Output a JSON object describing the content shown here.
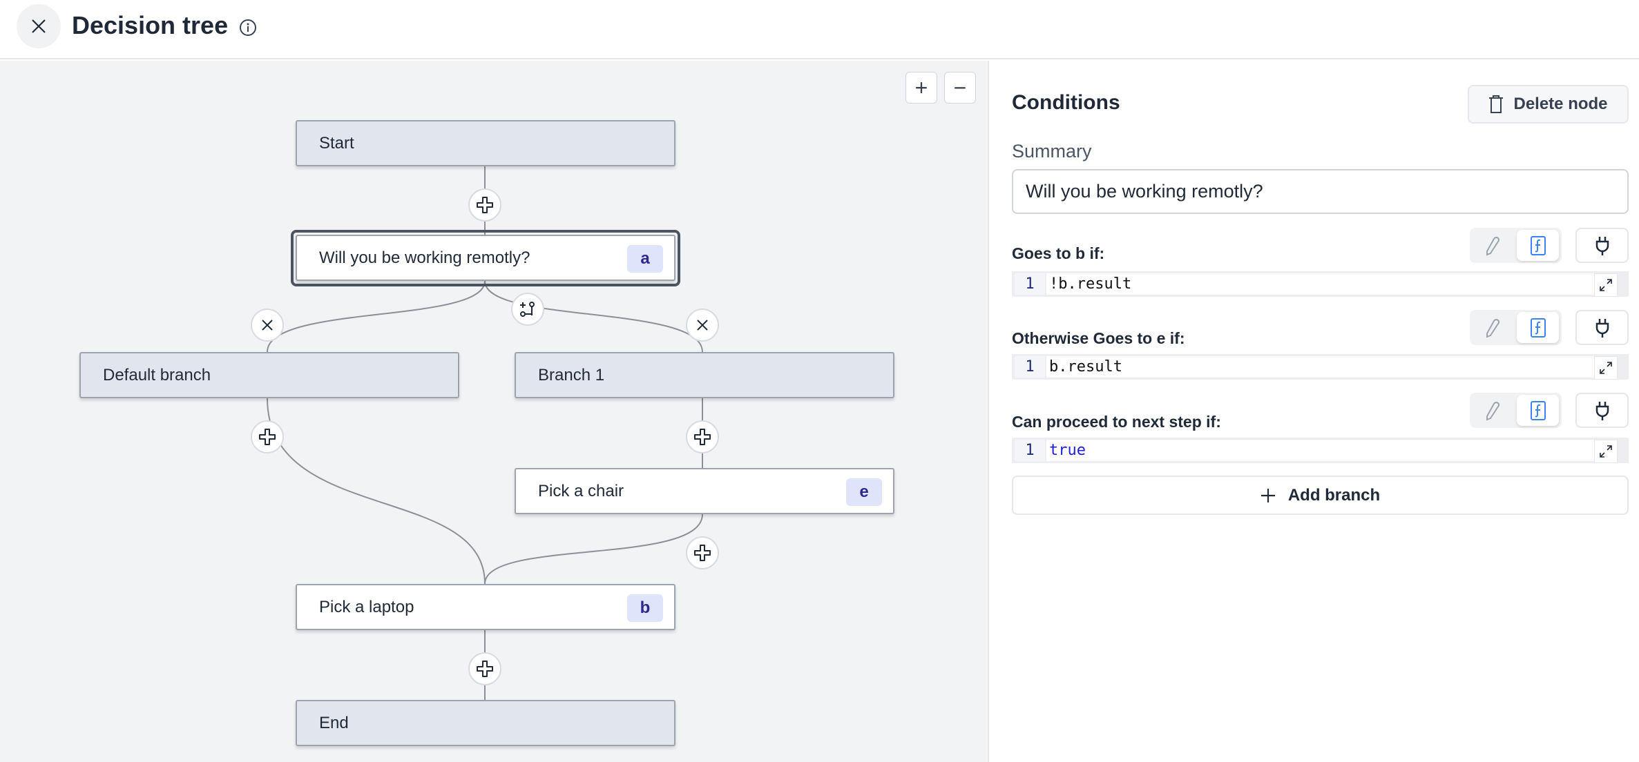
{
  "header": {
    "title": "Decision tree",
    "close_icon": "close-icon",
    "info_icon": "info-icon"
  },
  "canvas": {
    "zoom_in": "+",
    "zoom_out": "−",
    "nodes": {
      "start": {
        "label": "Start"
      },
      "question": {
        "label": "Will you be working remotly?",
        "badge": "a"
      },
      "default_branch": {
        "label": "Default branch"
      },
      "branch1": {
        "label": "Branch 1"
      },
      "chair": {
        "label": "Pick a chair",
        "badge": "e"
      },
      "laptop": {
        "label": "Pick a laptop",
        "badge": "b"
      },
      "end": {
        "label": "End"
      }
    }
  },
  "panel": {
    "title": "Conditions",
    "delete_label": "Delete node",
    "summary_label": "Summary",
    "summary_value": "Will you be working remotly?",
    "conditions": [
      {
        "label": "Goes to b if:",
        "line": "1",
        "code": "!b.result"
      },
      {
        "label": "Otherwise Goes to e if:",
        "line": "1",
        "code": "b.result"
      },
      {
        "label": "Can proceed to next step if:",
        "line": "1",
        "code": "true"
      }
    ],
    "add_branch_label": "Add branch",
    "colors": {
      "accent": "#3b82f6",
      "keyword": "#1d1de0"
    }
  }
}
